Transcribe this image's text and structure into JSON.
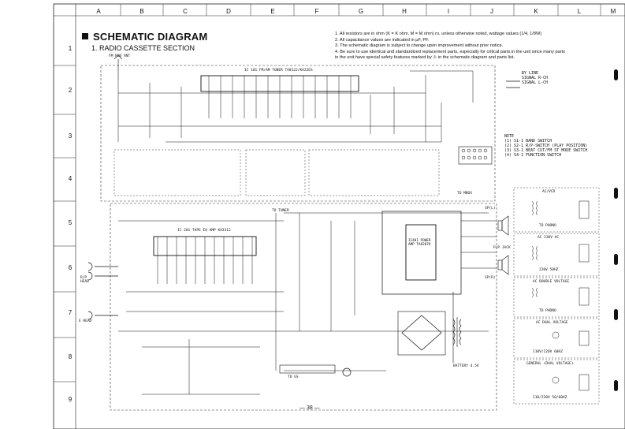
{
  "columns": [
    "A",
    "B",
    "C",
    "D",
    "E",
    "F",
    "G",
    "H",
    "I",
    "J",
    "K",
    "L",
    "M"
  ],
  "rows": [
    "1",
    "2",
    "3",
    "4",
    "5",
    "6",
    "7",
    "8",
    "9"
  ],
  "title": "SCHEMATIC DIAGRAM",
  "subtitle": "1. RADIO CASSETTE SECTION",
  "notes": [
    "1. All resistors are in ohm (K = K ohm, M = M ohm) ro, unless otherwise noted, wattage values (1/4, 1/8W)",
    "2. All capacitance values are indicated in μF, PF.",
    "3. The schematic diagram is subject to change upon improvement without prior notice.",
    "4. Be sure to use identical and standardized replacement parts, especially for critical parts in the unit since many parts",
    "   in the unit have special safety features marked by ⚠ in the schematic diagram and parts list."
  ],
  "labels": {
    "fm_rod_ant": "FM ROD ANT",
    "ic101": "IC 101 FM/AM TUNER TA8122/KA22ES",
    "ic201": "IC 201 TAPE EQ AMP KA3312",
    "ic_power": "IC401 POWER AMP TA8207K",
    "to_tuner": "TO TUNER",
    "to_gs": "TO GS",
    "spk_l": "SP(L)",
    "spk_r": "SP(R)",
    "rp_head": "R/P HEAD",
    "e_head": "E HEAD",
    "pp_jack": "P/P JACK",
    "to_mbox": "TO MBOX",
    "battery": "BATTERY 4.5V",
    "page": "— 38 —"
  },
  "legend": {
    "title": "NOTE",
    "items": [
      "(1) S1-1 BAND SWITCH",
      "(2) S2-1 R/P-SWITCH (PLAY POSITION)",
      "(3) S3-1 BEAT CUT/FM ST MODE SWITCH",
      "(4) S4-1 FUNCTION SWITCH"
    ],
    "by_line": "BY LINE",
    "signal_r": "SIGNAL R-CH",
    "signal_l": "SIGNAL L-CH"
  },
  "voltage_boxes": [
    {
      "title": "AC/VCR",
      "sub": "TO PHONO"
    },
    {
      "title": "AC 230V AC",
      "sub": "220V 50HZ"
    },
    {
      "title": "AC DOUBLE VOLTAGE",
      "sub": "TO PHONO"
    },
    {
      "title": "AC DUAL VOLTAGE",
      "sub": "110V/220V 60HZ"
    },
    {
      "title": "GENERAL (DUAL VOLTAGE)",
      "sub": "110/220V 50/60HZ"
    }
  ]
}
